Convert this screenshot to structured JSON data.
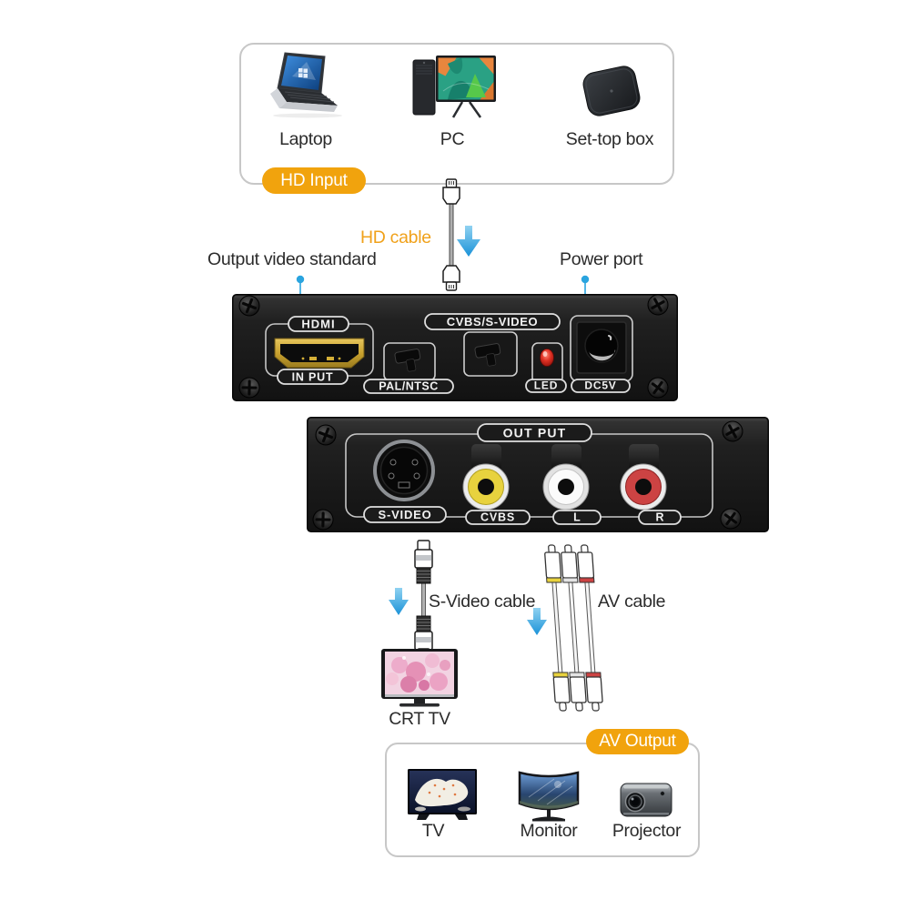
{
  "badges": {
    "hd_input": "HD Input",
    "av_output": "AV Output"
  },
  "source_devices": [
    {
      "label": "Laptop"
    },
    {
      "label": "PC"
    },
    {
      "label": "Set-top box"
    }
  ],
  "cable_labels": {
    "hd_cable": "HD cable",
    "s_video_cable": "S-Video cable",
    "av_cable": "AV cable"
  },
  "callouts": {
    "output_video_standard": "Output video standard",
    "power_port": "Power port"
  },
  "converter_input_panel": {
    "hdmi": "HDMI",
    "in_put": "IN PUT",
    "pal_ntsc": "PAL/NTSC",
    "cvbs_s_video": "CVBS/S-VIDEO",
    "led": "LED",
    "dc5v": "DC5V"
  },
  "converter_output_panel": {
    "out_put": "OUT PUT",
    "s_video": "S-VIDEO",
    "cvbs": "CVBS",
    "l": "L",
    "r": "R"
  },
  "crt_tv_label": "CRT TV",
  "output_devices": [
    {
      "label": "TV"
    },
    {
      "label": "Monitor"
    },
    {
      "label": "Projector"
    }
  ],
  "colors": {
    "accent_orange": "#F1A30D",
    "accent_blue": "#2AA4DF",
    "rca_yellow": "#E8D23E",
    "rca_white": "#E4E4E4",
    "rca_red": "#CC4343"
  }
}
